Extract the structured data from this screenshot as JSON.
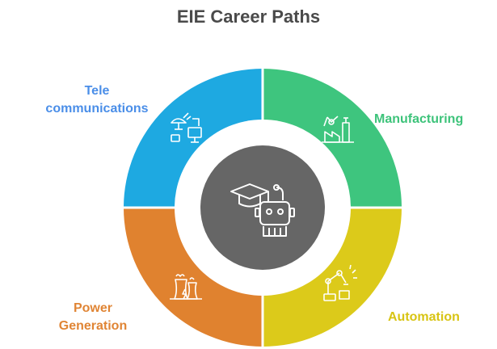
{
  "title": "EIE Career Paths",
  "segments": [
    {
      "id": "tele",
      "label_line1": "Tele",
      "label_line2": "communications",
      "color": "#1ea9e1",
      "icon": "satellite-network-icon"
    },
    {
      "id": "manufacturing",
      "label": "Manufacturing",
      "color": "#3ec57e",
      "icon": "factory-robot-arm-icon"
    },
    {
      "id": "power",
      "label_line1": "Power",
      "label_line2": "Generation",
      "color": "#e0822f",
      "icon": "power-plant-icon"
    },
    {
      "id": "automation",
      "label": "Automation",
      "color": "#dcca1a",
      "icon": "robotic-arm-icon"
    }
  ],
  "center": {
    "color": "#666666",
    "icons": [
      "graduation-cap-icon",
      "robot-icon"
    ]
  }
}
